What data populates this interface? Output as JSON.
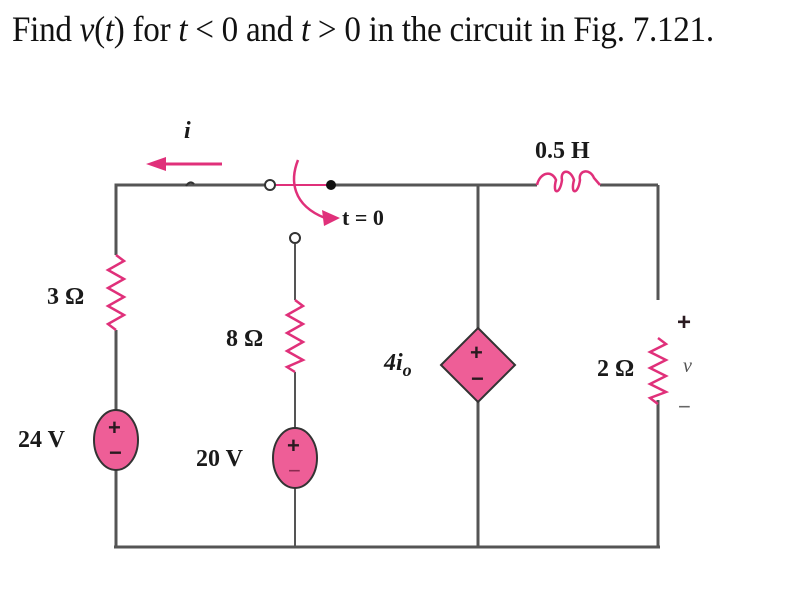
{
  "question": {
    "prefix": "Find ",
    "var_v": "v",
    "paren_open": "(",
    "var_t1": "t",
    "paren_close": ")",
    "mid1": " for ",
    "var_t2": "t",
    "cond1": " < 0 and ",
    "var_t3": "t",
    "cond2": " > 0 in the circuit in Fig. 7.121."
  },
  "circuit": {
    "current_label": "i",
    "switch_label": "t = 0",
    "inductor_label": "0.5 H",
    "resistor_left_label": "3 Ω",
    "resistor_middle_label": "8 Ω",
    "resistor_right_label": "2 Ω",
    "source_left_label": "24 V",
    "source_middle_label": "20 V",
    "dependent_source_label_main": "4i",
    "dependent_source_label_sub": "o",
    "output_voltage_label": "v",
    "plus_sign": "+",
    "minus_sign": "−",
    "colors": {
      "component": "#ee5e97",
      "component_stroke": "#e0307a",
      "wire": "#555555"
    }
  }
}
